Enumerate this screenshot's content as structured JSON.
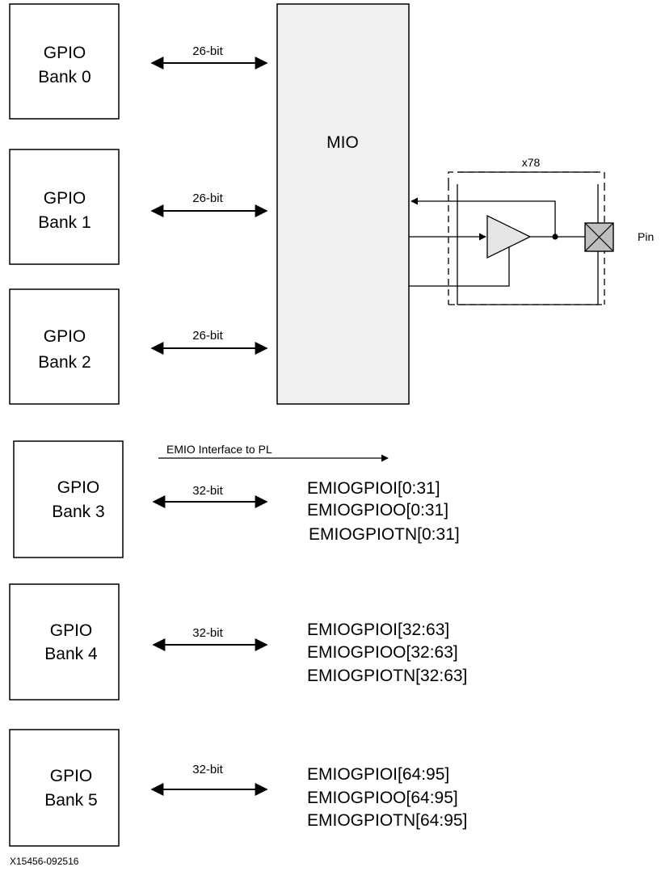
{
  "banks": [
    {
      "line1": "GPIO",
      "line2": "Bank 0",
      "width_label": "26-bit"
    },
    {
      "line1": "GPIO",
      "line2": "Bank 1",
      "width_label": "26-bit"
    },
    {
      "line1": "GPIO",
      "line2": "Bank 2",
      "width_label": "26-bit"
    },
    {
      "line1": "GPIO",
      "line2": "Bank 3",
      "width_label": "32-bit",
      "signals": [
        "EMIOGPIOI[0:31]",
        "EMIOGPIOO[0:31]",
        "EMIOGPIOTN[0:31]"
      ]
    },
    {
      "line1": "GPIO",
      "line2": "Bank 4",
      "width_label": "32-bit",
      "signals": [
        "EMIOGPIOI[32:63]",
        "EMIOGPIOO[32:63]",
        "EMIOGPIOTN[32:63]"
      ]
    },
    {
      "line1": "GPIO",
      "line2": "Bank 5",
      "width_label": "32-bit",
      "signals": [
        "EMIOGPIOI[64:95]",
        "EMIOGPIOO[64:95]",
        "EMIOGPIOTN[64:95]"
      ]
    }
  ],
  "mio": {
    "label": "MIO"
  },
  "io_cell": {
    "multiplier": "x78",
    "pin_label": "Pin"
  },
  "emio": {
    "interface_label": "EMIO Interface to PL"
  },
  "figure_id": "X15456-092516",
  "colors": {
    "stroke": "#000000",
    "mio_fill": "#f0f0f0",
    "buffer_fill": "#e6e6e6",
    "pin_fill": "#bfbfbf"
  }
}
